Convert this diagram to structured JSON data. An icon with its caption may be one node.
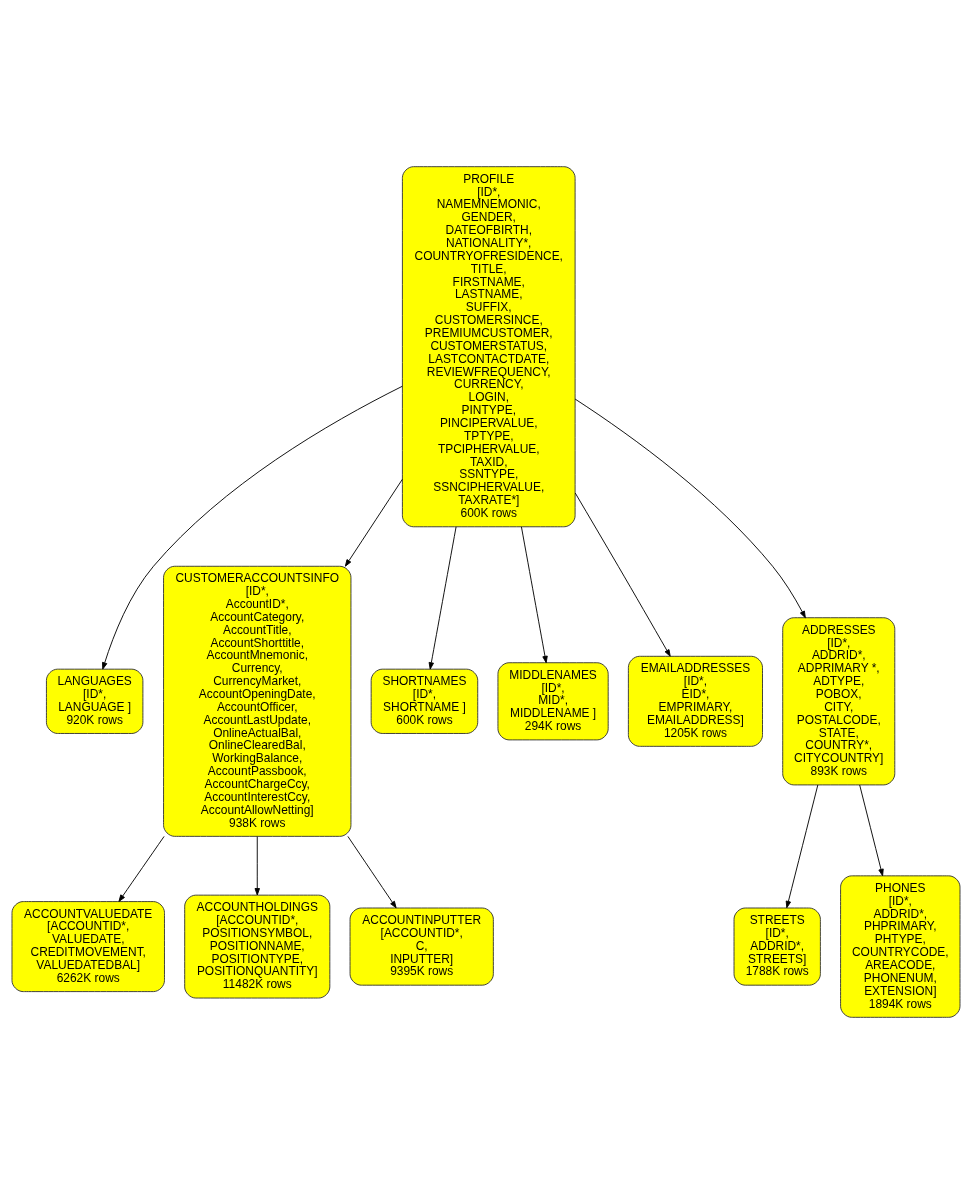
{
  "diagram": {
    "nodes": [
      {
        "text": [
          "ACCOUNTVALUEDATE",
          "[ACCOUNTID*, VALUEDATE, CREDITMOVEMENT, VALUEDATEDBAL]",
          "6262K rows"
        ]
      },
      {
        "text": [
          "ACCOUNTHOLDINGS",
          "[ACCOUNTID*, POSITIONSYMBOL, POSITIONNAME, POSITIONTYPE, POSITIONQUANTITY]",
          "11482K rows"
        ]
      },
      {
        "text": [
          "PROFILE",
          "[ID*, NAMEMNEMONIC, GENDER, DATEOFBIRTH, NATIONALITY*, COUNTRYOFRESIDENCE, TITLE, FIRSTNAME, LASTNAME, SUFFIX, CUSTOMERSINCE, PREMIUMCUSTOMER, CUSTOMERSTATUS, LASTCONTACTDATE, REVIEWFREQUENCY, CURRENCY, LOGIN, PINTYPE, PINCIPERVALUE, TPTYPE, TPCIPHERVALUE, TAXID, SSNTYPE, SSNCIPHERVALUE, TAXRATE*]",
          "600K rows"
        ]
      },
      {
        "text": [
          "LANGUAGES",
          "[ID*, LANGUAGE ]",
          "920K rows"
        ]
      },
      {
        "text": [
          "CUSTOMERACCOUNTSINFO",
          "[ID*, AccountID*, AccountCategory, AccountTitle, AccountShorttitle, AccountMnemonic, Currency, CurrencyMarket, AccountOpeningDate, AccountOfficer, AccountLastUpdate, OnlineActualBal, OnlineClearedBal, WorkingBalance, AccountPassbook, AccountChargeCcy, AccountInterestCcy, AccountAllowNetting]",
          "938K rows"
        ]
      },
      {
        "text": [
          "SHORTNAMES",
          "[ID*, SHORTNAME ]",
          "600K rows"
        ]
      },
      {
        "text": [
          "MIDDLENAMES",
          "[ID*, MID*, MIDDLENAME ]",
          "294K rows"
        ]
      },
      {
        "text": [
          "EMAILADDRESSES",
          "[ID*, EID*, EMPRIMARY, EMAILADDRESS]",
          "1205K rows"
        ]
      },
      {
        "text": [
          "ACCOUNTINPUTTER",
          "[ACCOUNTID*, C, INPUTTER]",
          "9395K rows"
        ]
      },
      {
        "text": [
          "ADDRESSES",
          "[ID*, ADDRID*, ADPRIMARY *, ADTYPE, POBOX, CITY, POSTALCODE, STATE, COUNTRY*, CITYCOUNTRY]",
          "893K rows"
        ]
      },
      {
        "text": [
          "STREETS",
          "[ID*, ADDRID*, STREETS]",
          "1788K rows"
        ]
      },
      {
        "text": [
          "PHONES",
          "[ID*, ADDRID*, PHPRIMARY, PHTYPE, COUNTRYCODE, AREACODE, PHONENUM, EXTENSION]",
          "1894K rows"
        ]
      }
    ],
    "edges": [
      {
        "from": 2,
        "to": 3,
        "arrow": "to"
      },
      {
        "from": 2,
        "to": 5,
        "arrow": "to"
      },
      {
        "from": 2,
        "to": 6,
        "arrow": "to"
      },
      {
        "from": 2,
        "to": 7,
        "arrow": "to"
      },
      {
        "from": 2,
        "to": 4,
        "arrow": "to"
      },
      {
        "from": 4,
        "to": 0,
        "arrow": "to"
      },
      {
        "from": 4,
        "to": 1,
        "arrow": "to"
      },
      {
        "from": 4,
        "to": 8,
        "arrow": "to"
      },
      {
        "from": 2,
        "to": 9,
        "arrow": "to"
      },
      {
        "from": 9,
        "to": 10,
        "arrow": "to"
      },
      {
        "from": 9,
        "to": 11,
        "arrow": "to"
      }
    ]
  }
}
